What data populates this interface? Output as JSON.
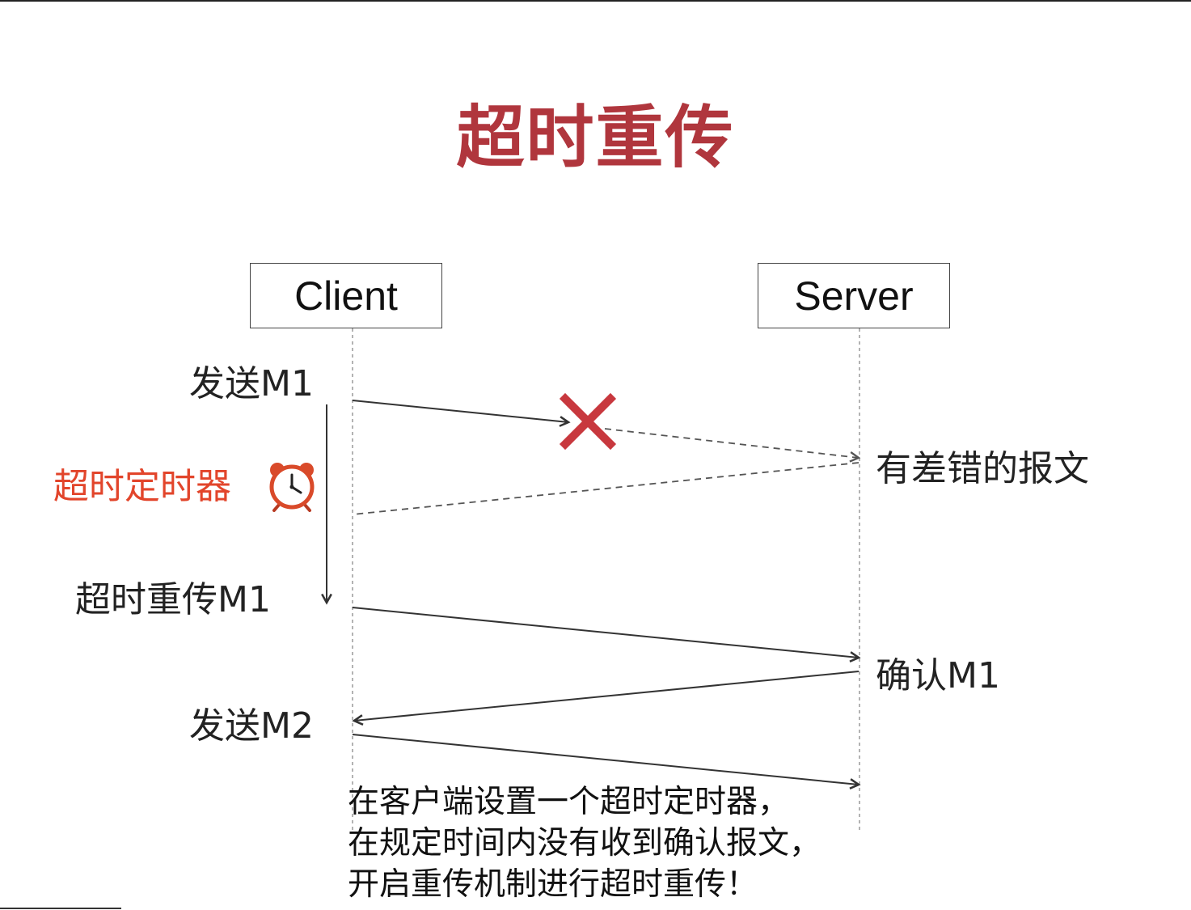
{
  "title": "超时重传",
  "actors": {
    "client": "Client",
    "server": "Server"
  },
  "labels": {
    "send_m1": "发送M1",
    "timer": "超时定时器",
    "retransmit_m1": "超时重传M1",
    "send_m2": "发送M2",
    "corrupt_packet": "有差错的报文",
    "ack_m1": "确认M1"
  },
  "note": {
    "line1": "在客户端设置一个超时定时器，",
    "line2": "在规定时间内没有收到确认报文，",
    "line3": "开启重传机制进行超时重传！"
  },
  "icons": {
    "timer": "alarm-clock-icon",
    "lost": "red-cross-icon"
  },
  "colors": {
    "title": "#b0363d",
    "timer_text": "#e2452b",
    "cross": "#c8383e"
  }
}
